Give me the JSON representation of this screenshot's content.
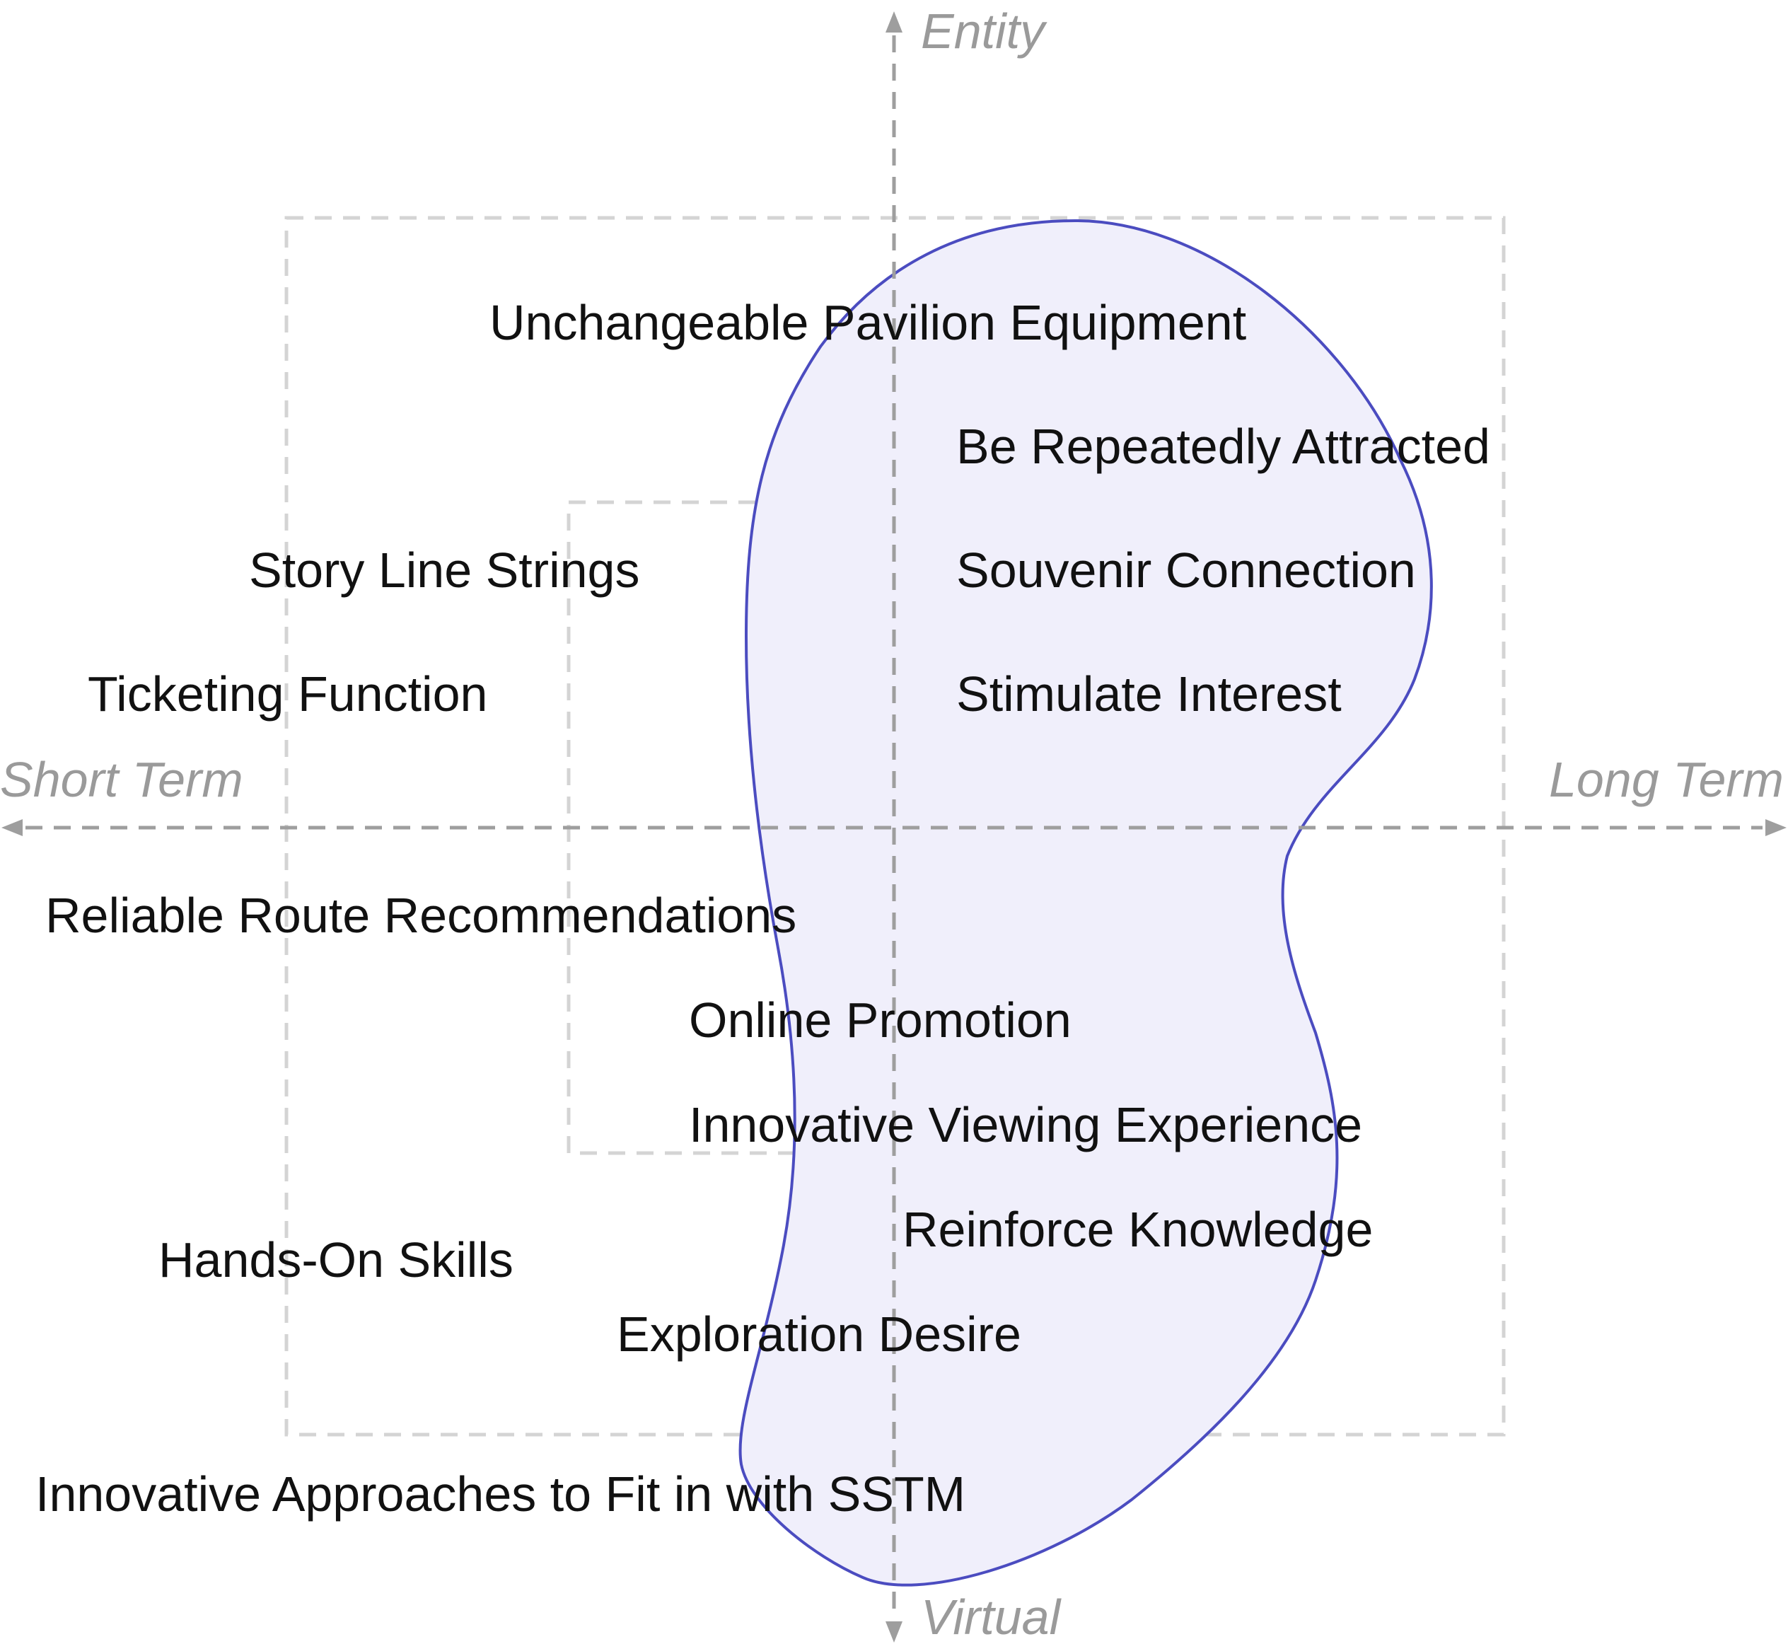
{
  "axes": {
    "top": "Entity",
    "bottom": "Virtual",
    "left": "Short Term",
    "right": "Long Term"
  },
  "items": [
    "Unchangeable Pavilion Equipment",
    "Be Repeatedly Attracted",
    "Story Line Strings",
    "Souvenir Connection",
    "Ticketing Function",
    "Stimulate Interest",
    "Reliable Route Recommendations",
    "Online Promotion",
    "Innovative Viewing Experience",
    "Reinforce Knowledge",
    "Hands-On Skills",
    "Exploration Desire",
    "Innovative Approaches to Fit in with SSTM"
  ],
  "colors": {
    "axis": "#9e9e9e",
    "frame": "#d4d4d4",
    "blob_stroke": "#4b4cc0",
    "blob_fill": "#f0effb",
    "text": "#111111",
    "axis_text": "#9a9a9a"
  }
}
